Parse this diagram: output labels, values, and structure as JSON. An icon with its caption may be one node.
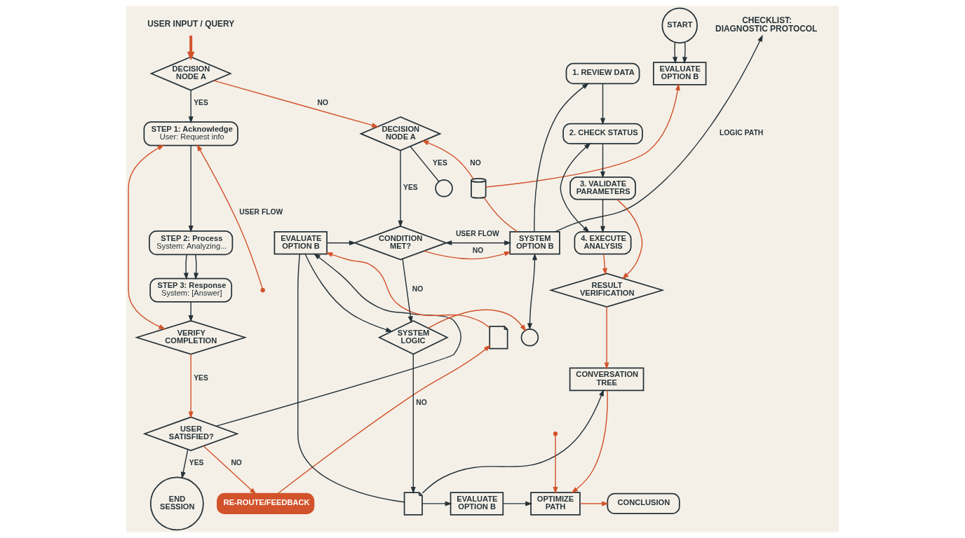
{
  "diagram": {
    "nodes": [
      {
        "text": [
          "USER INPUT / QUERY"
        ]
      },
      {
        "text": [
          "DECISION NODE A"
        ]
      },
      {
        "text": [
          "STEP 1: Acknowledge",
          "User: Request info"
        ]
      },
      {
        "text": [
          "STEP 2: Process",
          "System: Analyzing..."
        ]
      },
      {
        "text": [
          "STEP 3: Response",
          "System: [Answer]"
        ]
      },
      {
        "text": [
          "VERIFY COMPLETION"
        ]
      },
      {
        "text": [
          "USER SATISFIED?"
        ]
      },
      {
        "text": [
          "END SESSION"
        ]
      },
      {
        "text": [
          "RE-ROUTE/FEEDBACK"
        ]
      },
      {
        "text": [],
        "shape": "picture"
      },
      {
        "text": [
          "EVALUATE OPTION B"
        ]
      },
      {
        "text": [],
        "shape": "circle"
      },
      {
        "text": [
          "START"
        ]
      },
      {
        "text": [
          "EVALUATE OPTION B"
        ]
      },
      {
        "text": [
          "DECISION NODE A"
        ]
      },
      {
        "text": [],
        "shape": "cylinder"
      },
      {
        "text": [
          "CONDITION MET?"
        ]
      },
      {
        "text": [
          "SYSTEM OPTION B"
        ]
      },
      {
        "text": [
          "SYSTEM LOGIC"
        ]
      },
      {
        "text": [],
        "shape": "circle"
      },
      {
        "text": [],
        "shape": "picture"
      },
      {
        "text": [
          "CHECKLIST: DIAGNOSTIC PROTOCOL"
        ]
      },
      {
        "text": [
          "1. REVIEW DATA"
        ]
      },
      {
        "text": [
          "2. CHECK STATUS"
        ]
      },
      {
        "text": [
          "3. VALIDATE PARAMETERS"
        ]
      },
      {
        "text": [
          "4. EXECUTE ANALYSIS"
        ]
      },
      {
        "text": [
          "RESULT VERIFICATION"
        ]
      },
      {
        "text": [
          "CONVERSATION TREE"
        ]
      },
      {
        "text": [
          "EVALUATE OPTION B"
        ]
      },
      {
        "text": [
          "OPTIMIZE PATH"
        ]
      },
      {
        "text": [
          "CONCLUSION"
        ]
      }
    ],
    "edges": [
      {
        "from": 0,
        "to": 1,
        "arrow": "to",
        "style": "thick",
        "color": "#d2532b"
      },
      {
        "from": 1,
        "to": 2,
        "arrow": "to",
        "label": "YES"
      },
      {
        "from": 1,
        "to": 14,
        "arrow": "to",
        "label": "NO",
        "color": "#d2532b"
      },
      {
        "from": 2,
        "to": 3,
        "arrow": "to"
      },
      {
        "from": 3,
        "to": 4,
        "arrow": "to"
      },
      {
        "from": 3,
        "to": 4,
        "arrow": "to"
      },
      {
        "from": 4,
        "to": 5,
        "arrow": "to"
      },
      {
        "from": null,
        "to": 2,
        "arrow": "to",
        "label": "USER FLOW",
        "color": "#d2532b"
      },
      {
        "from": 2,
        "to": 5,
        "arrow": "both",
        "color": "#d2532b"
      },
      {
        "from": 5,
        "to": 6,
        "arrow": "to",
        "label": "YES",
        "color": "#d2532b"
      },
      {
        "from": 6,
        "to": 7,
        "arrow": "to",
        "label": "YES"
      },
      {
        "from": 6,
        "to": 8,
        "arrow": "to",
        "label": "NO",
        "color": "#d2532b"
      },
      {
        "from": 6,
        "to": 10,
        "arrow": "to"
      },
      {
        "from": 8,
        "to": 9,
        "arrow": "to",
        "color": "#d2532b"
      },
      {
        "from": 9,
        "to": 10,
        "arrow": "to",
        "color": "#d2532b"
      },
      {
        "from": 14,
        "to": 11,
        "arrow": "none",
        "label": "YES"
      },
      {
        "from": 12,
        "to": 13,
        "arrow": "to"
      },
      {
        "from": 12,
        "to": 13,
        "arrow": "to"
      },
      {
        "from": 17,
        "to": 15,
        "arrow": "none",
        "color": "#d2532b"
      },
      {
        "from": 15,
        "to": 13,
        "arrow": "to",
        "color": "#d2532b"
      },
      {
        "from": 15,
        "to": 14,
        "arrow": "to",
        "label": "NO",
        "color": "#d2532b"
      },
      {
        "from": 14,
        "to": 16,
        "arrow": "to",
        "label": "YES"
      },
      {
        "from": 10,
        "to": 16,
        "arrow": "to"
      },
      {
        "from": 16,
        "to": 17,
        "arrow": "both",
        "label": "USER FLOW"
      },
      {
        "from": 16,
        "to": 17,
        "arrow": "to",
        "label": "NO",
        "color": "#d2532b"
      },
      {
        "from": 10,
        "to": 18,
        "arrow": "to"
      },
      {
        "from": 10,
        "to": 20,
        "arrow": "none"
      },
      {
        "from": 16,
        "to": 18,
        "arrow": "to",
        "label": "NO"
      },
      {
        "from": 18,
        "to": 19,
        "arrow": "to",
        "color": "#d2532b"
      },
      {
        "from": 18,
        "to": 20,
        "arrow": "to",
        "label": "NO"
      },
      {
        "from": 17,
        "to": 19,
        "arrow": "both"
      },
      {
        "from": 17,
        "to": 21,
        "arrow": "to",
        "label": "LOGIC PATH"
      },
      {
        "from": 17,
        "to": 22,
        "arrow": "to"
      },
      {
        "from": 22,
        "to": 23,
        "arrow": "to"
      },
      {
        "from": 23,
        "to": 24,
        "arrow": "to"
      },
      {
        "from": 24,
        "to": 25,
        "arrow": "to"
      },
      {
        "from": 23,
        "to": 25,
        "arrow": "both"
      },
      {
        "from": 24,
        "to": 26,
        "arrow": "to",
        "color": "#d2532b"
      },
      {
        "from": 25,
        "to": 26,
        "arrow": "to",
        "color": "#d2532b"
      },
      {
        "from": 26,
        "to": 27,
        "arrow": "to",
        "color": "#d2532b"
      },
      {
        "from": 27,
        "to": 29,
        "arrow": "to",
        "color": "#d2532b"
      },
      {
        "from": null,
        "to": 29,
        "arrow": "to",
        "color": "#d2532b"
      },
      {
        "from": 20,
        "to": 27,
        "arrow": "to"
      },
      {
        "from": 20,
        "to": 28,
        "arrow": "to"
      },
      {
        "from": 28,
        "to": 29,
        "arrow": "to"
      },
      {
        "from": 29,
        "to": 30,
        "arrow": "to",
        "color": "#d2532b"
      }
    ]
  }
}
